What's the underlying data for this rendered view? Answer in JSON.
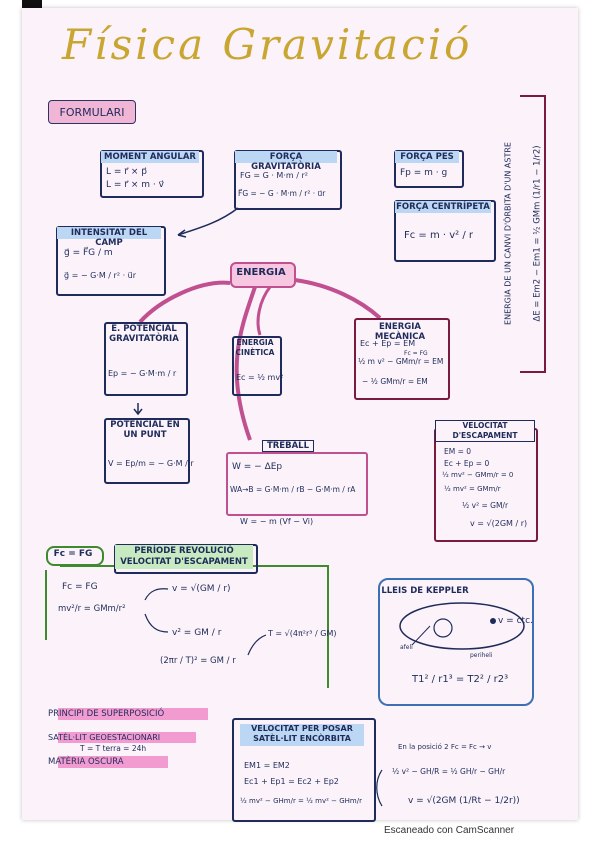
{
  "title": "Física Gravitació",
  "tag": "FORMULARI",
  "moment": {
    "header": "MOMENT ANGULAR",
    "l1": "L = r⃗ × p⃗",
    "l2": "L = r⃗ × m · v⃗"
  },
  "forca_grav": {
    "header": "FORÇA GRAVITATÒRIA",
    "l1": "FG = G · M·m / r²",
    "l2": "F⃗G = − G · M·m / r² · u⃗r"
  },
  "forca_pes": {
    "header": "FORÇA PES",
    "l1": "Fp = m · g"
  },
  "forca_cent": {
    "header": "FORÇA CENTRÍPETA",
    "l1": "Fc = m · v² / r"
  },
  "intensitat": {
    "header": "INTENSITAT DEL CAMP",
    "l1": "g⃗ = F⃗G / m",
    "l2": "g⃗ = − G·M / r² · u⃗r"
  },
  "energia": "ENERGIA",
  "vertical": {
    "l1": "ENERGIA DE UN CANVI D'ÒRBITA D'UN ASTRE",
    "l2": "ΔE = Em2 − Em1 = ½ GMm (1/r1 − 1/r2)"
  },
  "ep": {
    "header": "E. POTENCIAL GRAVITATÒRIA",
    "l1": "Ep = − G·M·m / r"
  },
  "ec": {
    "header": "ENERGIA CINÈTICA",
    "l1": "Ec = ½ mv²"
  },
  "em": {
    "header": "ENERGIA MECÀNICA",
    "l1": "Ec + Ep = EM",
    "l2": "½ m v² − GMm/r = EM",
    "l3": "Fc = FG",
    "l4": "− ½ GMm/r = EM"
  },
  "potencial": {
    "header": "POTENCIAL EN UN PUNT",
    "l1": "V = Ep/m = − G·M / r"
  },
  "treball": {
    "header": "TREBALL",
    "l1": "W = − ΔEp",
    "l2": "WA→B = G·M·m / rB − G·M·m / rA",
    "l3": "W = − m (Vf − Vi)"
  },
  "escape": {
    "header": "VELOCITAT D'ESCAPAMENT",
    "l1": "EM = 0",
    "l2": "Ec + Ep = 0",
    "l3": "½ mv² − GMm/r = 0",
    "l4": "½ mv² = GMm/r",
    "l5": "½ v² = GM/r",
    "l6": "v = √(2GM / r)"
  },
  "fcfg": {
    "tag": "Fc = FG",
    "hdr1": "PERÍODE REVOLUCIÓ",
    "hdr2": "VELOCITAT D'ESCAPAMENT",
    "l1": "Fc = FG",
    "l2": "mv²/r = GMm/r²",
    "l3": "v = √(GM / r)",
    "l4": "v² = GM / r",
    "l5": "(2πr / T)² = GM / r",
    "l6": "T = √(4π²r³ / GM)"
  },
  "kepler": {
    "header": "LLEIS DE KEPPLER",
    "l1": "v = ctc.",
    "l2": "T1² / r1³ = T2² / r2³",
    "afeli": "afeli",
    "periheli": "periheli"
  },
  "bullets": [
    {
      "text": "PRINCIPI DE SUPERPOSICIÓ",
      "sub": ""
    },
    {
      "text": "SATÈL·LIT GEOESTACIONARI",
      "sub": "T = T terra = 24h"
    },
    {
      "text": "MATÈRIA OSCURA",
      "sub": ""
    }
  ],
  "satelit": {
    "header": "VELOCITAT PER POSAR SATÈL·LIT ENCÒRBITA",
    "l1": "EM1 = EM2",
    "l2": "Ec1 + Ep1 = Ec2 + Ep2",
    "l3": "½ mv² − GHm/r = ½ mv² − GHm/r",
    "r1": "En la posició 2  Fc = Fc → v",
    "r2": "½ v² − GH/R = ½ GH/r − GH/r",
    "r3": "v = √(2GM (1/Rt − 1/2r))"
  },
  "footer": "Escaneado con CamScanner",
  "colors": {
    "ink": "#1f2b5a",
    "gold": "#c9a532",
    "pink": "#e05fb0",
    "maroon": "#7a1a3d",
    "green": "#3f8a2e",
    "blue": "#3c6fb4"
  }
}
